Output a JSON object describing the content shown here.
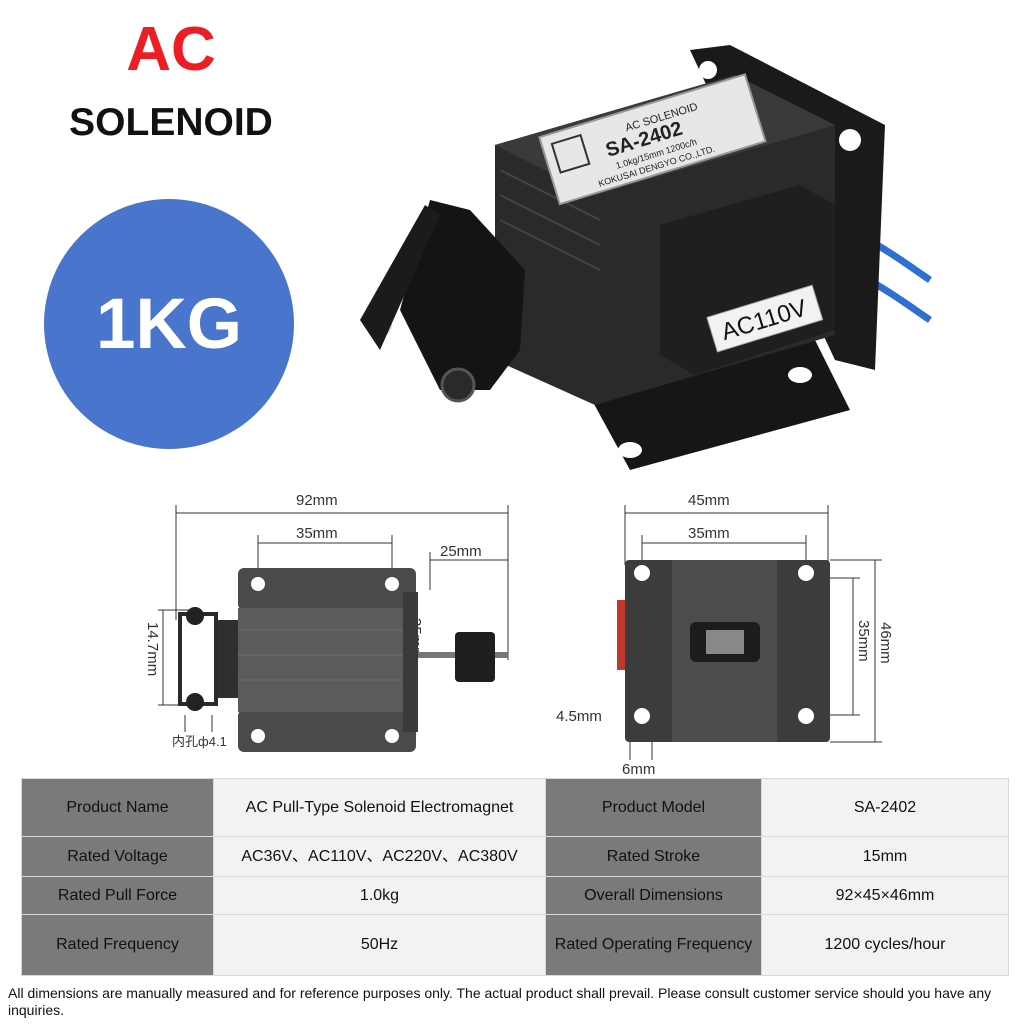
{
  "header": {
    "title_line1": "AC",
    "title_line2": "SOLENOID",
    "badge": "1KG"
  },
  "product_label": {
    "maker_line": "AC SOLENOID",
    "model": "SA-2402",
    "spec_line": "1.0kg/15mm 1200c/h",
    "company": "KOKUSAI DENGYO CO.,LTD.",
    "voltage": "AC110V"
  },
  "dimensions": {
    "front": {
      "total_length": "92mm",
      "hole_spacing": "35mm",
      "plunger_extension": "25mm",
      "mount_height": "35mm",
      "frame_width": "14.7mm",
      "inner_hole": "内孔ф4.1"
    },
    "side": {
      "width": "45mm",
      "hole_spacing": "35mm",
      "height_inner": "35mm",
      "height": "46mm",
      "offset_bottom": "4.5mm",
      "offset_side": "6mm"
    }
  },
  "specs": [
    [
      "Product Name",
      "AC Pull-Type Solenoid Electromagnet",
      "Product Model",
      "SA-2402"
    ],
    [
      "Rated Voltage",
      "AC36V、AC110V、AC220V、AC380V",
      "Rated Stroke",
      "15mm"
    ],
    [
      "Rated Pull Force",
      "1.0kg",
      "Overall Dimensions",
      "92×45×46mm"
    ],
    [
      "Rated Frequency",
      "50Hz",
      "Rated Operating Frequency",
      "1200 cycles/hour"
    ]
  ],
  "footer": {
    "disclaimer": "All dimensions are manually measured and for reference purposes only. The actual product shall prevail. Please consult customer service should you have any inquiries."
  },
  "colors": {
    "title_red": "#ee1c23",
    "badge_blue": "#4a75cc",
    "key_cell": "#7a7a7a",
    "value_cell": "#f2f2f2"
  }
}
